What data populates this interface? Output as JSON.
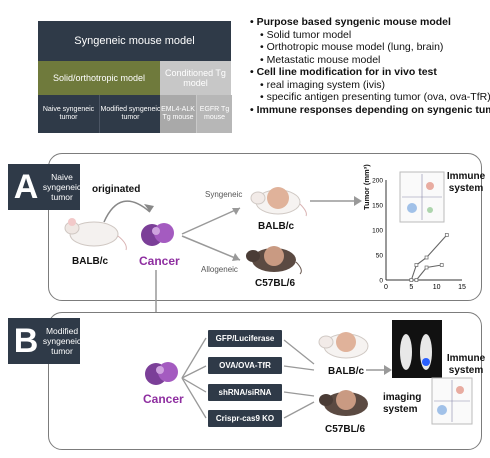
{
  "table": {
    "header": "Syngeneic mouse model",
    "solid": "Solid/orthotropic model",
    "conditioned": "Conditioned Tg model",
    "cells": [
      "Naive syngeneic tumor",
      "Modified syngeneic tumor",
      "EML4-ALK Tg mouse",
      "EGFR Tg mouse"
    ]
  },
  "bullets": [
    {
      "text": "Purpose based syngenic mouse model",
      "level": 1
    },
    {
      "text": "Solid tumor model",
      "level": 2
    },
    {
      "text": "Orthotropic mouse model (lung, brain)",
      "level": 2
    },
    {
      "text": "Metastatic mouse model",
      "level": 2
    },
    {
      "text": "Cell line modification for in vivo test",
      "level": 1
    },
    {
      "text": "real imaging system (ivis)",
      "level": 2
    },
    {
      "text": "specific antigen presenting tumor (ova, ova-TfR)",
      "level": 2
    },
    {
      "text": "Immune responses depending on syngenic tumor",
      "level": 1
    }
  ],
  "panel_a": {
    "letter": "A",
    "tag": "Naive syngeneic tumor",
    "originated": "originated",
    "source_mouse": "BALB/c",
    "cancer": "Cancer",
    "syngeneic": "Syngeneic",
    "allogeneic": "Allogeneic",
    "mouse1": "BALB/c",
    "mouse2": "C57BL/6",
    "immune": "Immune system"
  },
  "panel_b": {
    "letter": "B",
    "tag": "Modified syngeneic tumor",
    "cancer": "Cancer",
    "mods": [
      "GFP/Luciferase",
      "OVA/OVA-TfR",
      "shRNA/siRNA",
      "Crispr-cas9 KO"
    ],
    "mouse1": "BALB/c",
    "mouse2": "C57BL/6",
    "imaging": "imaging system",
    "immune": "Immune system"
  },
  "chart_data": {
    "type": "line",
    "ylabel": "Tumor (mm³)",
    "xticks": [
      "0",
      "5",
      "10",
      "15"
    ],
    "yticks": [
      "0",
      "50",
      "100",
      "150",
      "200"
    ],
    "xlim": [
      0,
      15
    ],
    "ylim": [
      0,
      200
    ],
    "series": [
      {
        "x": [
          5,
          6,
          8,
          12
        ],
        "y": [
          0,
          30,
          45,
          90
        ]
      },
      {
        "x": [
          6,
          8,
          11
        ],
        "y": [
          0,
          25,
          30
        ]
      }
    ]
  },
  "colors": {
    "navy": "#2f3a48",
    "olive": "#6f7a3c",
    "purple": "#8e2ea0"
  }
}
